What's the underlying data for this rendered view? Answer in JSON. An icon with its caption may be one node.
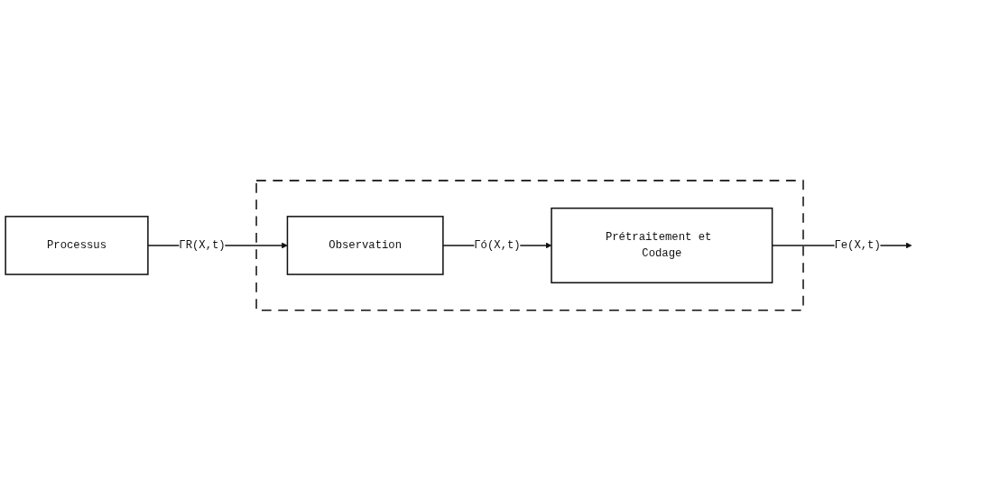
{
  "diagram": {
    "nodes": [
      {
        "text": [
          "Processus"
        ]
      },
      {
        "text": [],
        "shape": "box"
      },
      {
        "text": [
          "Observation"
        ],
        "in": 1
      },
      {
        "text": [
          "Prétraitement et Codage"
        ],
        "in": 1
      }
    ],
    "edges": [
      {
        "from": 0,
        "to": 2,
        "arrow": "to",
        "label": "ΓR(X,t)"
      },
      {
        "from": 2,
        "to": 3,
        "arrow": "to",
        "label": "Γó(X,t)"
      },
      {
        "from": 3,
        "to": null,
        "arrow": "to",
        "label": "Γe(X,t)"
      }
    ]
  }
}
